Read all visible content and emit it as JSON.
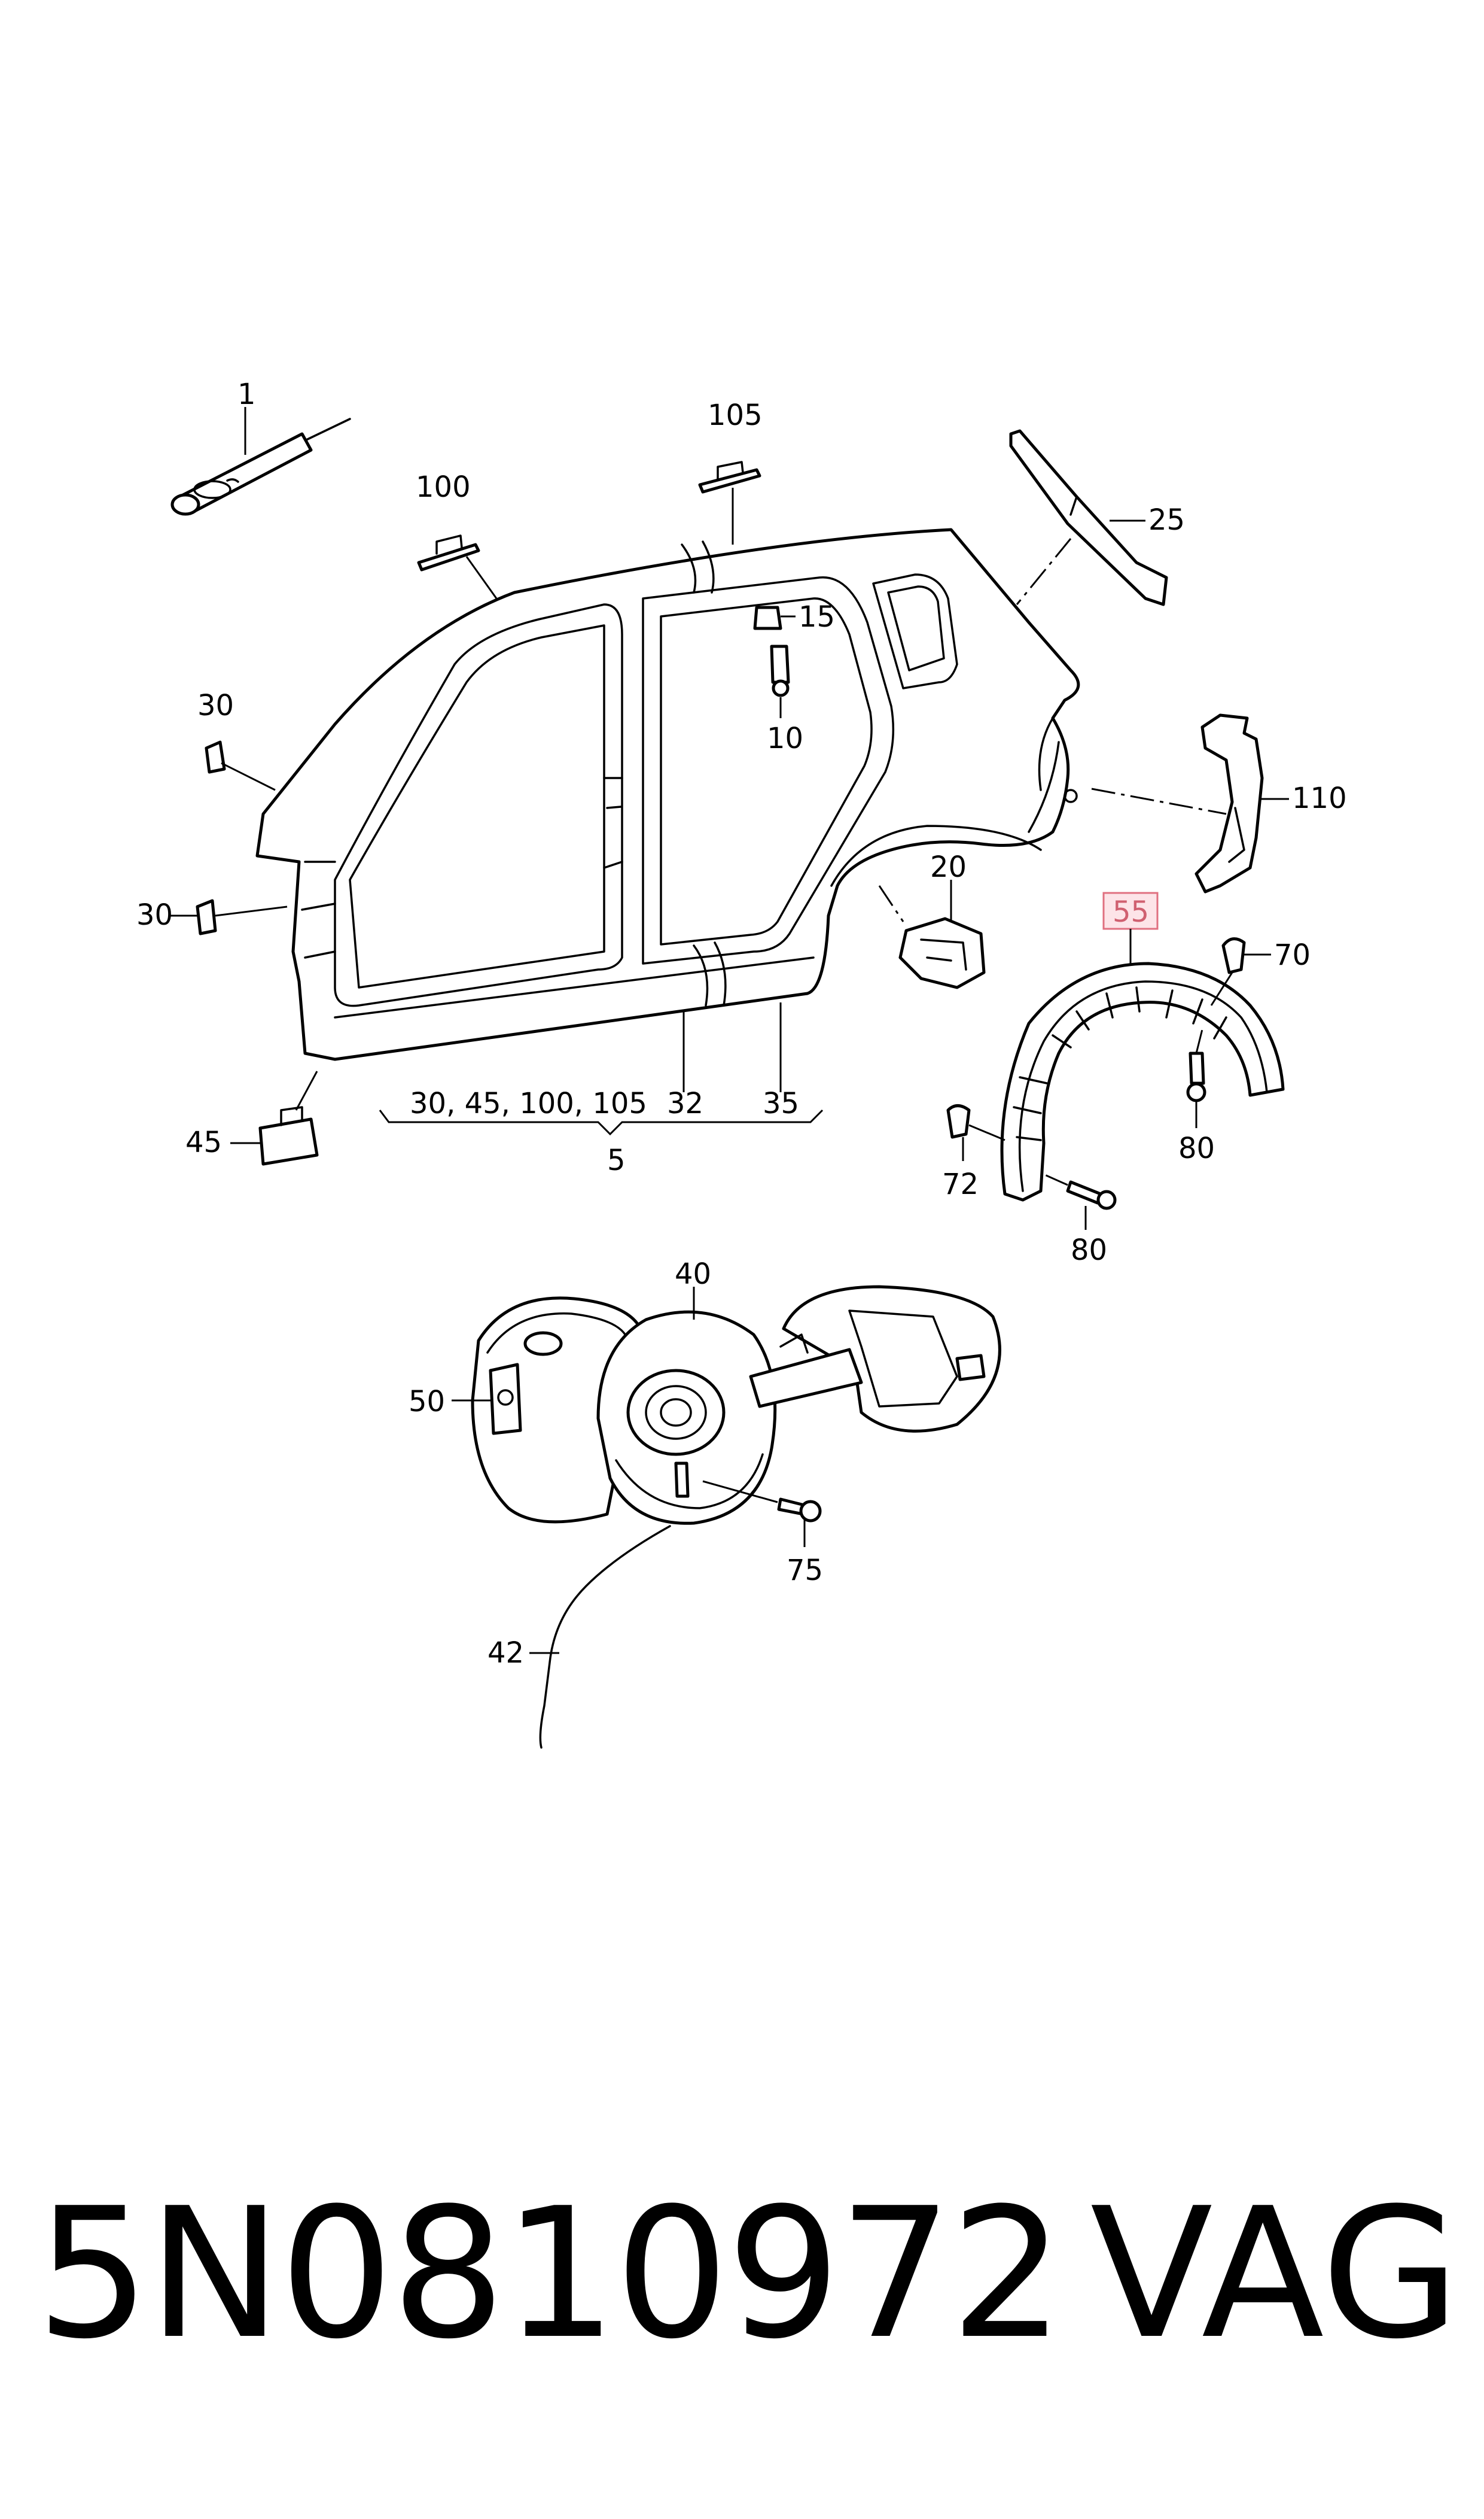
{
  "diagram": {
    "callouts": {
      "c1": "1",
      "c100": "100",
      "c105": "105",
      "c25": "25",
      "c15": "15",
      "c10": "10",
      "c30a": "30",
      "c30b": "30",
      "c110": "110",
      "c20": "20",
      "c55": "55",
      "c70": "70",
      "c45": "45",
      "c_group": "30, 45, 100, 105",
      "c32": "32",
      "c35": "35",
      "c5": "5",
      "c72": "72",
      "c80a": "80",
      "c80b": "80",
      "c40": "40",
      "c50": "50",
      "c75": "75",
      "c42": "42"
    },
    "highlight_color": "#e07080",
    "highlight_fill": "#fde4e8"
  },
  "footer": {
    "part_number": "5N0810972",
    "brand": "VAG"
  }
}
